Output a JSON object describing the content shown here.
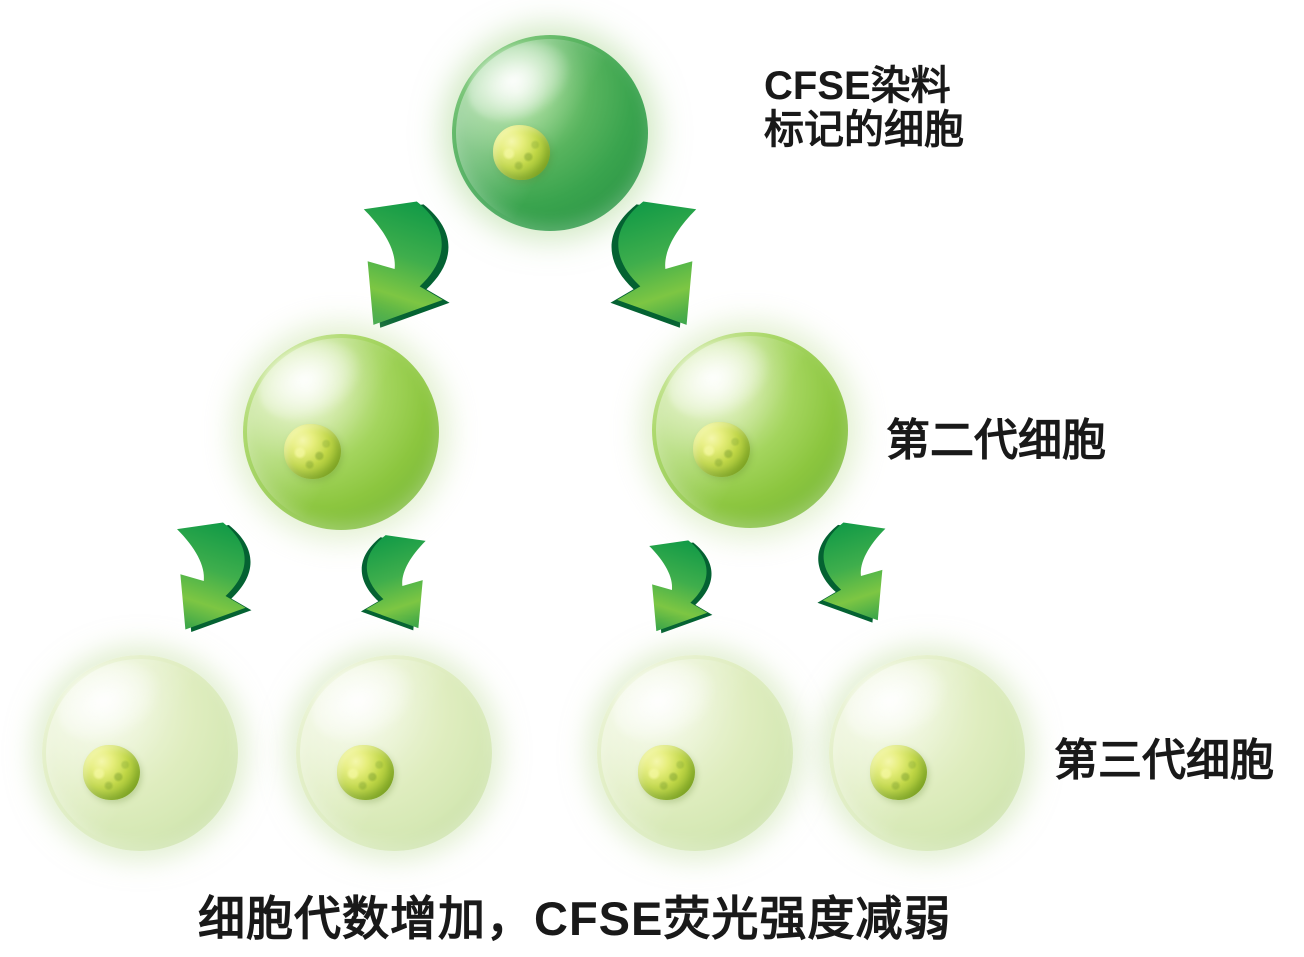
{
  "background": "#ffffff",
  "diagram": {
    "labels": {
      "generation1_line1": "CFSE染料",
      "generation1_line2": "标记的细胞",
      "generation2": "第二代细胞",
      "generation3": "第三代细胞",
      "caption": "细胞代数增加，CFSE荧光强度减弱"
    },
    "structure": {
      "generation1_cell_count": 1,
      "generation2_cell_count": 2,
      "generation3_cell_count": 4,
      "arrow_count": 6
    },
    "icons": {
      "division_arrow": "curved-3d-green-arrow"
    },
    "colors": {
      "gen1_cell": "#3aa44e",
      "gen1_cell_highlight": "#cdebc4",
      "gen1_cell_edge": "#2d9746",
      "gen2_cell": "#8cc63f",
      "gen2_cell_highlight": "#e9f5d2",
      "gen2_cell_edge": "#79b83a",
      "gen3_cell": "#d5e8b4",
      "gen3_cell_highlight": "#f3f9e6",
      "gen3_cell_edge": "#c2dc9d",
      "nucleus": "#bcd43a",
      "nucleus_highlight": "#f2f59b",
      "nucleus_shadow": "#82a82a",
      "arrow_face": "#119a47",
      "arrow_light": "#7dc643",
      "arrow_side": "#046232",
      "text": "#191919",
      "background": "#ffffff"
    }
  }
}
